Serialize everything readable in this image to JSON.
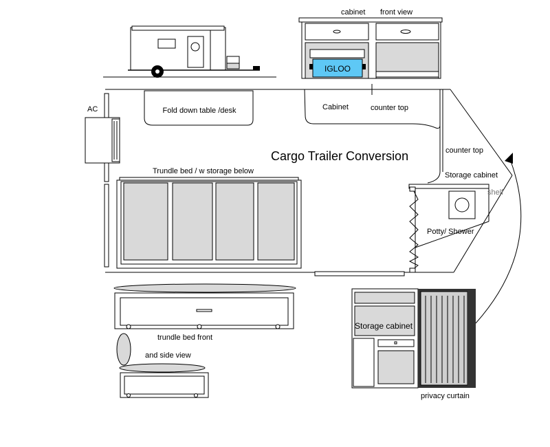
{
  "title": "Cargo Trailer Conversion",
  "labels": {
    "cabinet_top": "cabinet",
    "front_view": "front view",
    "igloo": "IGLOO",
    "ac": "AC",
    "fold_down_table": "Fold down table /desk",
    "cabinet": "Cabinet",
    "counter_top_1": "counter top",
    "counter_top_2": "counter top",
    "storage_cabinet_1": "Storage cabinet",
    "shelf": "shelf",
    "potty_shower": "Potty/ Shower",
    "trundle_bed_storage": "Trundle bed / w storage below",
    "trundle_bed_front": "trundle bed front",
    "side_view": "and side view",
    "storage_cabinet_2": "Storage cabinet",
    "privacy_curtain": "privacy curtain"
  },
  "colors": {
    "line": "#000000",
    "panel_fill": "#d9d9d9",
    "igloo_fill": "#5ec8f5",
    "shelf_text": "#777777",
    "curtain_dark": "#333333"
  }
}
